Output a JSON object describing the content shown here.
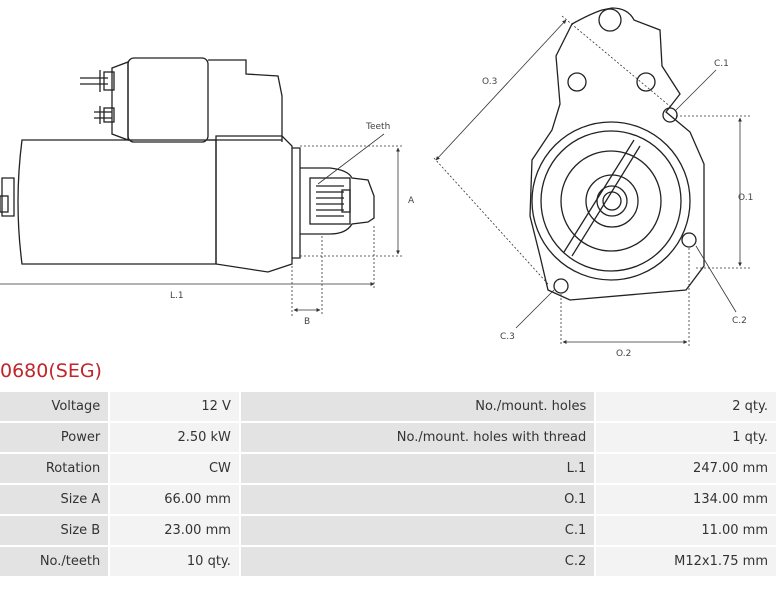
{
  "part_number": "0680(SEG)",
  "drawing": {
    "labels": {
      "teeth": "Teeth",
      "a": "A",
      "b": "B",
      "l1": "L.1",
      "o1": "O.1",
      "o2": "O.2",
      "o3": "O.3",
      "c1": "C.1",
      "c2": "C.2",
      "c3": "C.3"
    }
  },
  "specs": [
    {
      "label": "Voltage",
      "value": "12 V",
      "label2": "No./mount. holes",
      "value2": "2 qty."
    },
    {
      "label": "Power",
      "value": "2.50 kW",
      "label2": "No./mount. holes with thread",
      "value2": "1 qty."
    },
    {
      "label": "Rotation",
      "value": "CW",
      "label2": "L.1",
      "value2": "247.00 mm"
    },
    {
      "label": "Size A",
      "value": "66.00 mm",
      "label2": "O.1",
      "value2": "134.00 mm"
    },
    {
      "label": "Size B",
      "value": "23.00 mm",
      "label2": "C.1",
      "value2": "11.00 mm"
    },
    {
      "label": "No./teeth",
      "value": "10 qty.",
      "label2": "C.2",
      "value2": "M12x1.75 mm"
    }
  ]
}
